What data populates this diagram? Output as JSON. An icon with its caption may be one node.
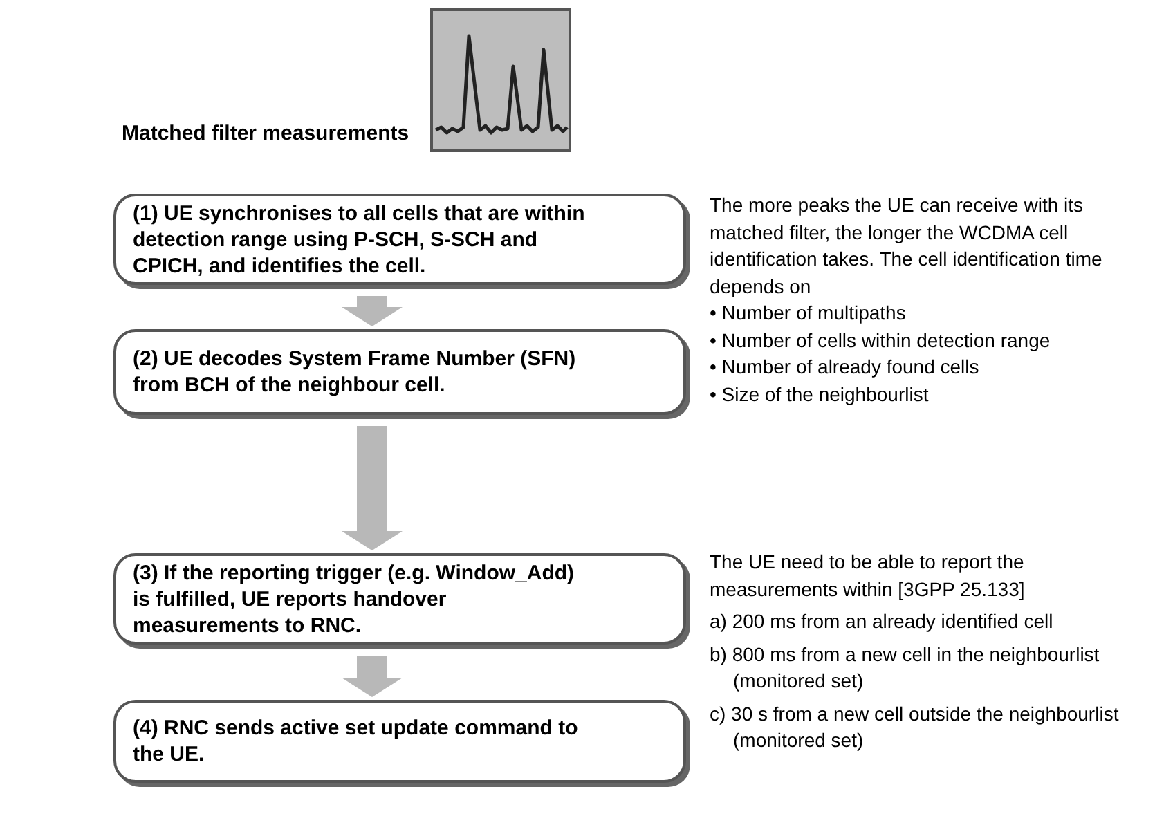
{
  "diagram": {
    "nodes": [
      {
        "text": [
          "(1) UE synchronises to all cells that are within detection range using P-SCH, S-SCH and CPICH, and identifies the cell."
        ]
      },
      {
        "text": [
          "(2) UE decodes System Frame Number (SFN) from BCH of the neighbour cell."
        ]
      },
      {
        "text": [
          "(3) If the reporting trigger (e.g. Window_Add) is fulfilled, UE reports handover measurements to RNC."
        ]
      },
      {
        "text": [
          "(4) RNC sends active set update command to the UE."
        ]
      }
    ],
    "edges": [
      {
        "from": 0,
        "to": 1,
        "arrow": "to"
      },
      {
        "from": 1,
        "to": 2,
        "arrow": "to"
      },
      {
        "from": 2,
        "to": 3,
        "arrow": "to"
      }
    ],
    "labels": [
      "Matched filter measurements",
      "The more peaks the UE can receive with its matched filter, the longer the WCDMA cell identification takes. The cell identification time depends on",
      "• Number of multipaths",
      "• Number of cells within detection range",
      "• Number of already found cells",
      "• Size of the neighbourlist",
      "The UE need to be able to report the measurements within [3GPP 25.133]",
      "a) 200 ms from an already identified cell",
      "b) 800 ms from a new cell in the neighbourlist (monitored set)",
      "c) 30 s from a new cell outside the neighbourlist (monitored set)"
    ]
  }
}
